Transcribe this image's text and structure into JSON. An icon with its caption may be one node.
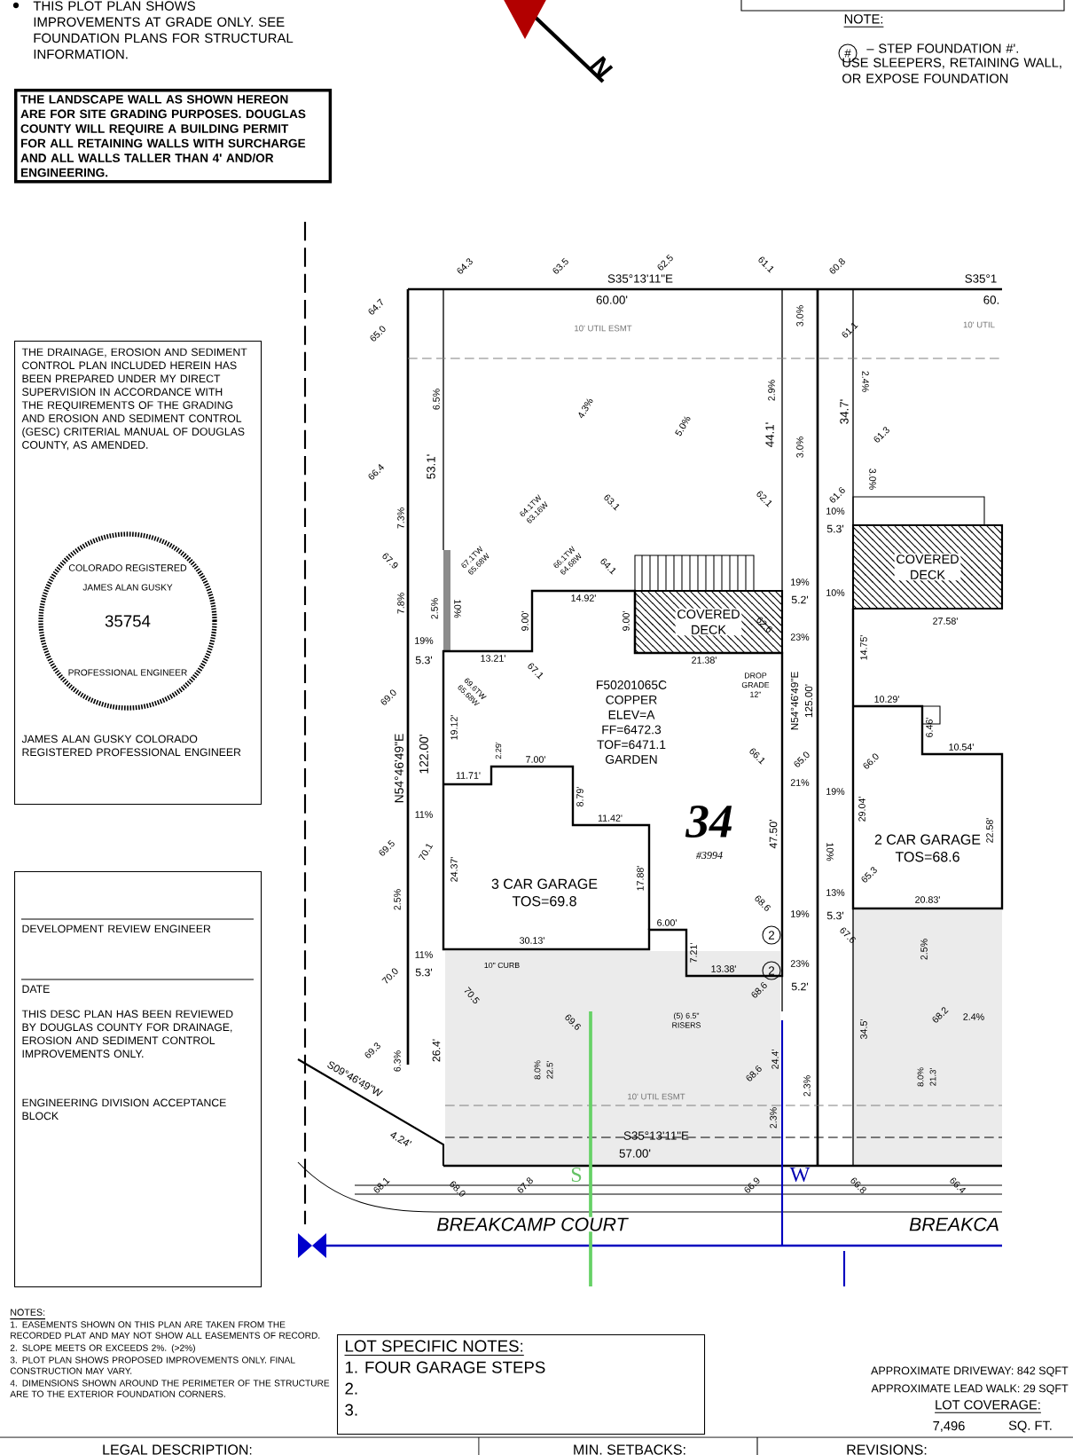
{
  "diagram": {
    "nodes": [
      {
        "text": [
          "THE LANDSCAPE WALL AS SHOWN HEREON ARE FOR SITE GRADING PURPOSES. DOUGLAS COUNTY WILL REQUIRE A BUILDING PERMIT FOR ALL RETAINING WALLS WITH SURCHARGE AND ALL WALLS TALLER THAN 4' AND/OR ENGINEERING."
        ]
      },
      {
        "text": [
          "THE DRAINAGE, EROSION AND SEDIMENT CONTROL PLAN INCLUDED HEREIN HAS BEEN PREPARED UNDER MY DIRECT SUPERVISION IN ACCORDANCE WITH THE REQUIREMENTS OF THE GRADING AND EROSION AND SEDIMENT CONTROL (GESC) CRITERIAL MANUAL OF DOUGLAS COUNTY, AS AMENDED.",
          "JAMES ALAN GUSKY COLORADO REGISTERED PROFESSIONAL ENGINEER"
        ]
      },
      {
        "text": [
          "COLORADO REGISTERED",
          "JAMES ALAN GUSKY",
          "35754",
          "PROFESSIONAL ENGINEER"
        ],
        "in": 1
      },
      {
        "text": [
          "DEVELOPMENT REVIEW ENGINEER",
          "DATE",
          "THIS DESC PLAN HAS BEEN REVIEWED BY DOUGLAS COUNTY FOR DRAINAGE, EROSION AND SEDIMENT CONTROL IMPROVEMENTS ONLY.",
          "ENGINEERING DIVISION ACCEPTANCE BLOCK"
        ]
      },
      {
        "text": [
          "F50201065C COPPER ELEV=A FF=6472.3 TOF=6471.1 GARDEN"
        ]
      },
      {
        "text": [
          "3 CAR GARAGE",
          "TOS=69.8"
        ],
        "in": 4
      },
      {
        "text": [
          "COVERED DECK"
        ]
      },
      {
        "text": [
          "2 CAR GARAGE",
          "TOS=68.6"
        ]
      },
      {
        "text": [
          "COVERED DECK"
        ]
      },
      {
        "text": [
          "#"
        ]
      },
      {
        "text": [
          "2"
        ],
        "in": 4
      },
      {
        "text": [
          "2"
        ],
        "in": 4
      },
      {
        "text": [
          "LOT SPECIFIC NOTES:",
          "1. FOUR GARAGE STEPS",
          "2.",
          "3."
        ]
      }
    ],
    "labels": [
      "THIS PLOT PLAN SHOWS IMPROVEMENTS AT GRADE ONLY. SEE FOUNDATION PLANS FOR STRUCTURAL INFORMATION.",
      "N",
      "NOTE:",
      "– STEP FOUNDATION #'.",
      "USE SLEEPERS, RETAINING WALL, OR EXPOSE FOUNDATION",
      "S35°13'11\"E",
      "60.00'",
      "10' UTIL ESMT",
      "S35°1",
      "60.",
      "10' UTIL",
      "64.3",
      "64.7",
      "65.0",
      "63.5",
      "62.5",
      "61.1",
      "60.8",
      "61.1",
      "61.3",
      "63.1",
      "62.1",
      "61.6",
      "66.4",
      "67.9",
      "69.0",
      "69.5",
      "70.0",
      "69.3",
      "68.1",
      "68.0",
      "67.8",
      "66.9",
      "66.8",
      "66.4",
      "66.1",
      "65.0",
      "66.0",
      "65.3",
      "68.6",
      "68.6",
      "67.6",
      "68.2",
      "69.6",
      "68.6",
      "67.1",
      "64.1",
      "62.6",
      "70.1",
      "70.5",
      "6.5%",
      "7.3%",
      "7.8%",
      "4.3%",
      "5.0%",
      "3.0%",
      "2.9%",
      "3.0%",
      "2.4%",
      "3.0%",
      "2.5%",
      "10%",
      "19%",
      "5.3'",
      "11%",
      "2.5%",
      "11%",
      "5.3'",
      "19%",
      "5.2'",
      "10%",
      "5.3'",
      "10%",
      "23%",
      "21%",
      "19%",
      "13%",
      "19%",
      "5.3'",
      "23%",
      "5.2'",
      "2.3%",
      "2.3%",
      "6.3%",
      "10%",
      "2.5%",
      "2.4%",
      "8.0%",
      "22.5'",
      "8.0%",
      "21.3'",
      "53.1'",
      "44.1'",
      "34.7'",
      "N54°46'49\"E",
      "122.00'",
      "19.12'",
      "13.21'",
      "14.92'",
      "9.00'",
      "9.00'",
      "21.38'",
      "DROP GRADE 12\"",
      "N54°46'49\"E",
      "125.00'",
      "47.50'",
      "11.71'",
      "2.29'",
      "7.00'",
      "8.79'",
      "11.42'",
      "24.37'",
      "17.88'",
      "30.13'",
      "6.00'",
      "7.21'",
      "13.38'",
      "14.75'",
      "10.29'",
      "6.46'",
      "10.54'",
      "29.04'",
      "22.58'",
      "20.83'",
      "27.58'",
      "10\" CURB",
      "(5) 6.5\" RISERS",
      "26.4'",
      "S09°46'49\"W",
      "4.24'",
      "S35°13'11\"E",
      "57.00'",
      "10' UTIL ESMT",
      "BREAKCAMP COURT",
      "BREAKCA",
      "S",
      "W",
      "34",
      "#3994",
      "NOTES:",
      "1. EASEMENTS SHOWN ON THIS PLAN ARE TAKEN FROM THE RECORDED PLAT AND MAY NOT SHOW ALL EASEMENTS OF RECORD.",
      "2. SLOPE MEETS OR EXCEEDS 2%. (>2%)",
      "3. PLOT PLAN SHOWS PROPOSED IMPROVEMENTS ONLY. FINAL CONSTRUCTION MAY VARY.",
      "4. DIMENSIONS SHOWN AROUND THE PERIMETER OF THE STRUCTURE ARE TO THE EXTERIOR FOUNDATION CORNERS.",
      "APPROXIMATE DRIVEWAY: 842 SQFT",
      "APPROXIMATE LEAD WALK: 29 SQFT",
      "LOT COVERAGE:",
      "7,496",
      "SQ. FT.",
      "LEGAL DESCRIPTION:",
      "MIN. SETBACKS:",
      "REVISIONS:",
      "24.4'",
      "34.5'",
      "64.1TW 63.16W",
      "67.1TW 65.68W",
      "66.1TW 64.68W",
      "69.6TW 65.68W"
    ]
  }
}
